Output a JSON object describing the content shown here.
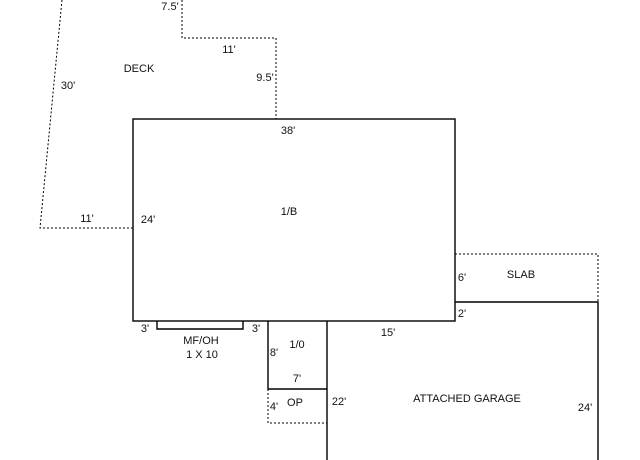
{
  "areas": {
    "deck": "DECK",
    "main": "1/B",
    "slab": "SLAB",
    "bay": "MF/OH",
    "bay_size": "1 X 10",
    "addition": "1/0",
    "porch": "OP",
    "garage": "ATTACHED GARAGE"
  },
  "dimensions": {
    "deck_top": "7.5'",
    "deck_step_width": "11'",
    "deck_step_height": "9.5'",
    "deck_left": "30'",
    "deck_bottom": "11'",
    "main_top": "38'",
    "main_left": "24'",
    "main_right": "6'",
    "bay_left": "3'",
    "bay_right": "3'",
    "addition_side": "8'",
    "addition_bottom": "7'",
    "porch_side": "4'",
    "garage_left": "22'",
    "garage_top": "15'",
    "slab_bottom": "2'",
    "garage_right": "24'"
  }
}
